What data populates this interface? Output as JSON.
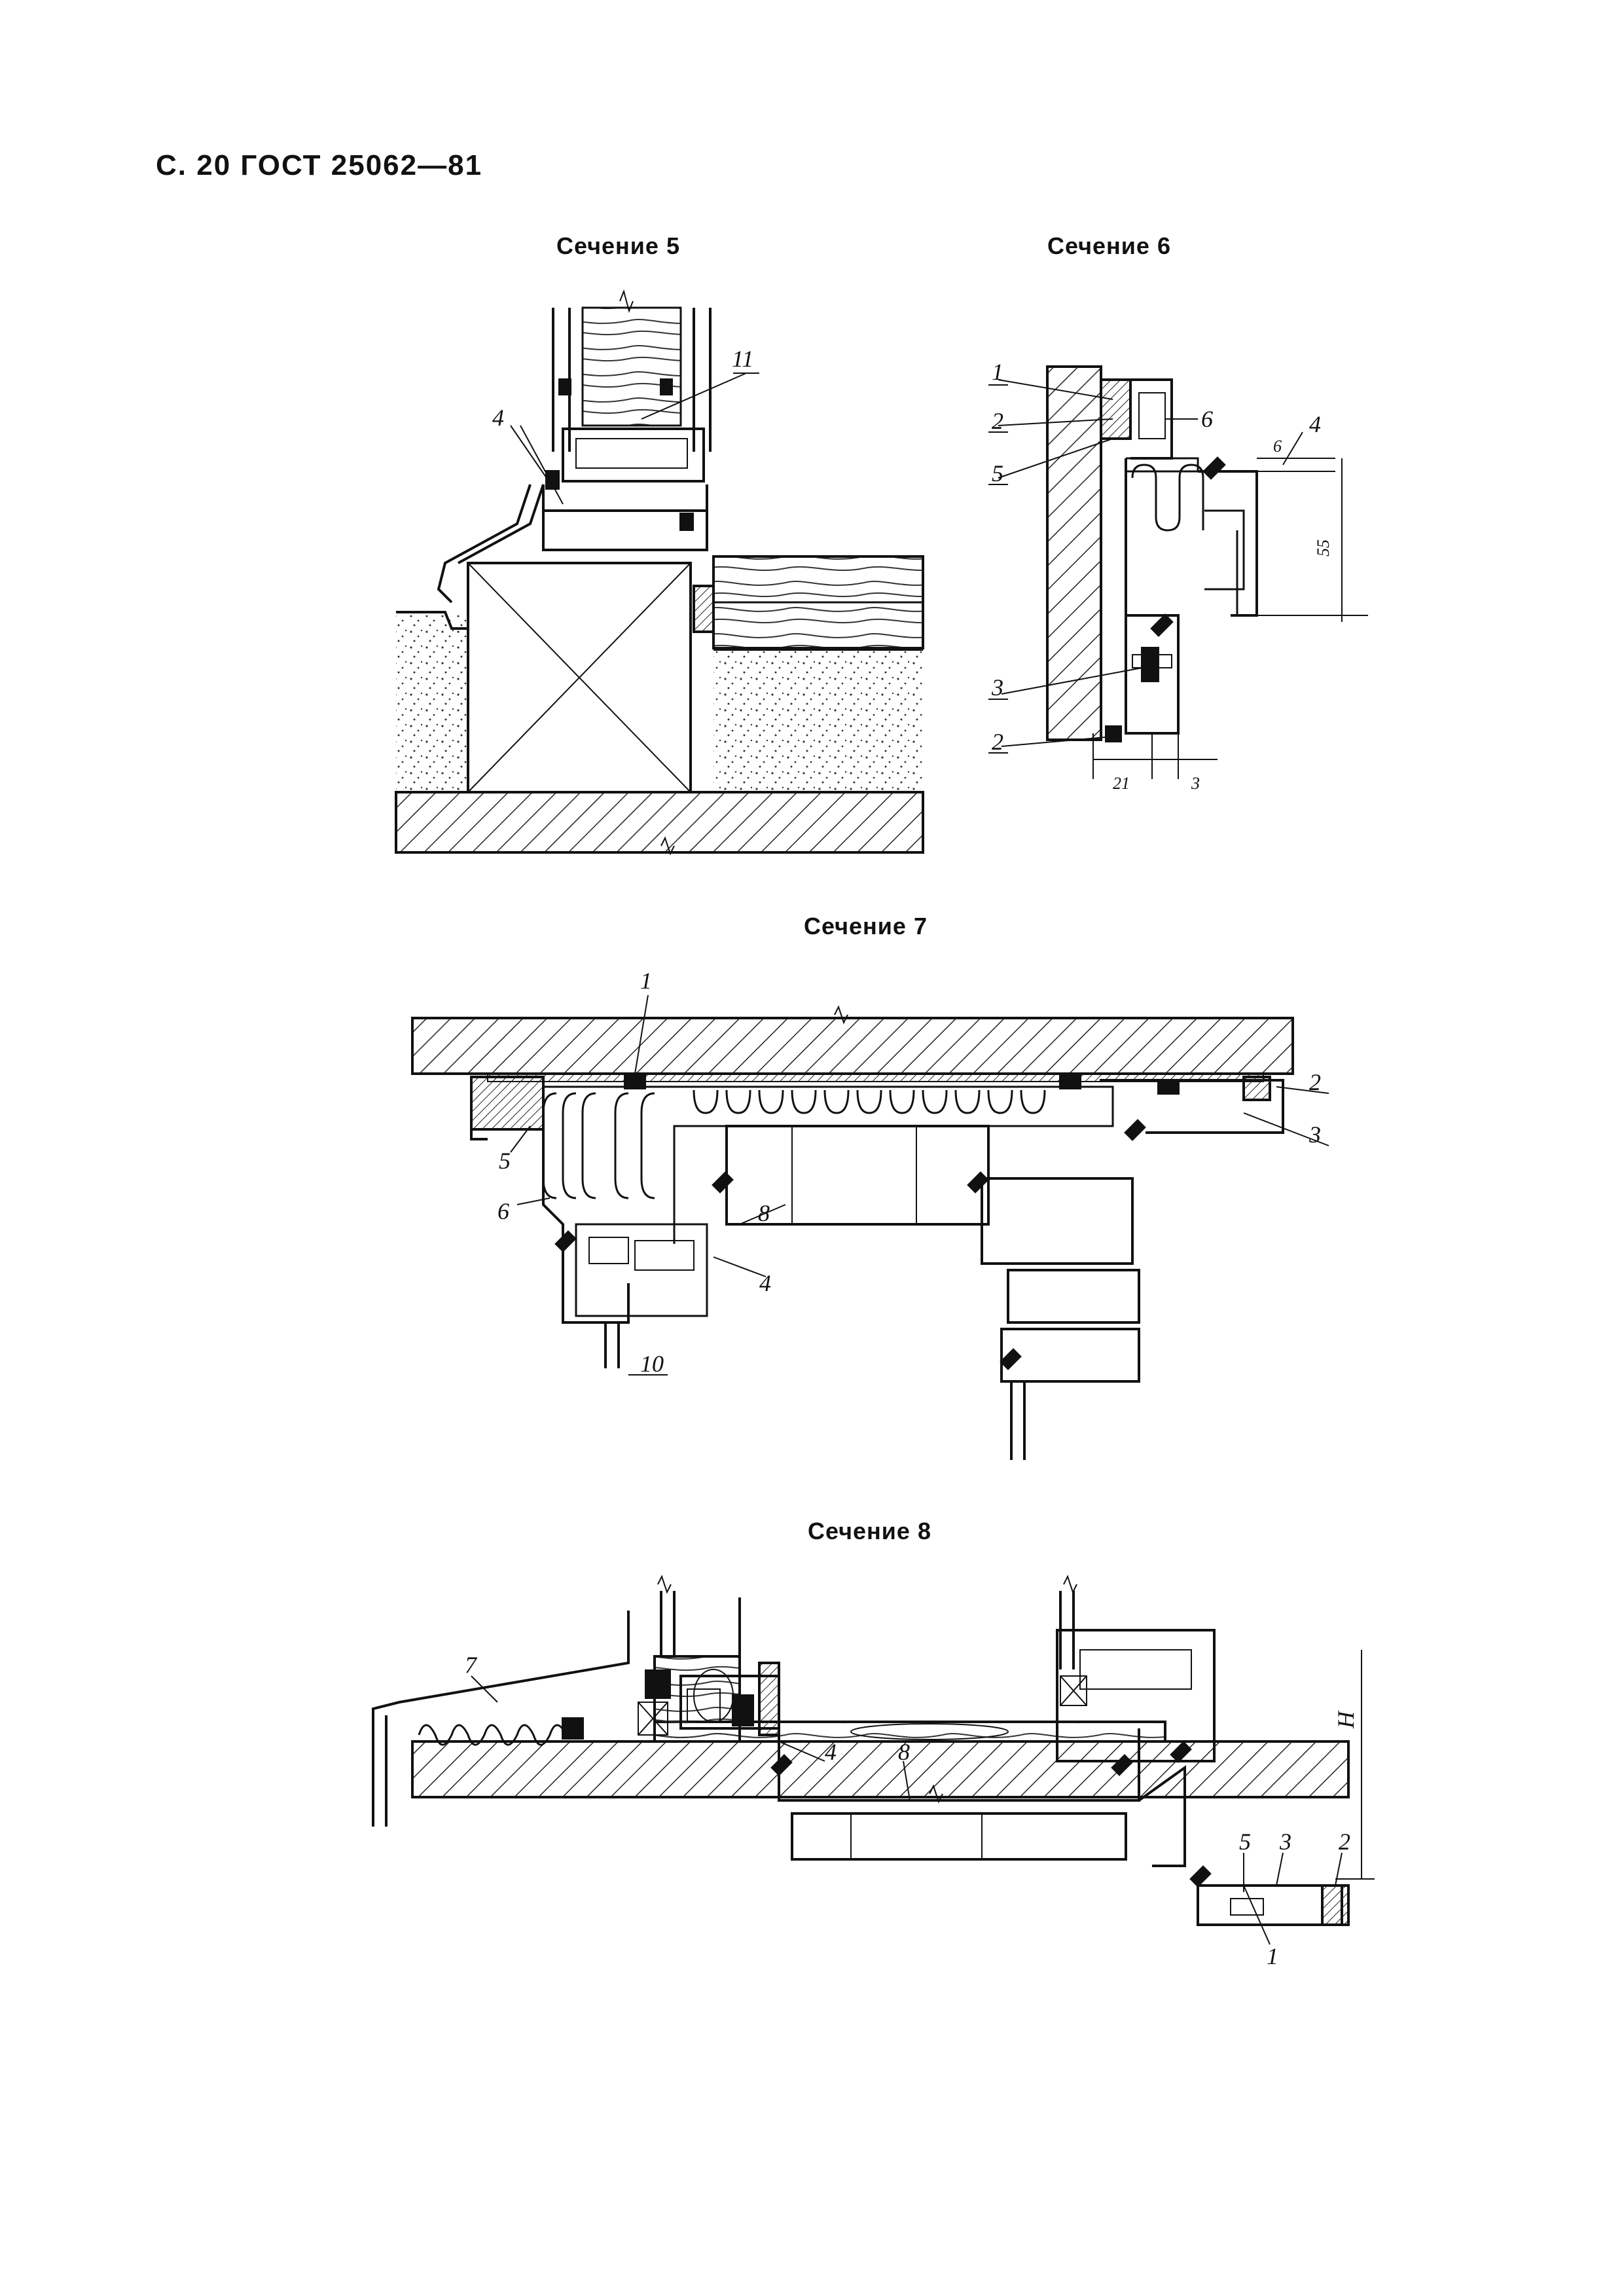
{
  "header": "С. 20 ГОСТ 25062—81",
  "titles": {
    "s5": "Сечение 5",
    "s6": "Сечение 6",
    "s7": "Сечение 7",
    "s8": "Сечение 8"
  },
  "labels": {
    "s5": [
      "4",
      "11"
    ],
    "s6": [
      "1",
      "2",
      "5",
      "6",
      "4",
      "3",
      "2"
    ],
    "s6_dims": [
      "6",
      "55",
      "21",
      "3"
    ],
    "s7": [
      "1",
      "2",
      "3",
      "5",
      "6",
      "8",
      "4",
      "10"
    ],
    "s8": [
      "7",
      "4",
      "8",
      "5",
      "3",
      "2",
      "1",
      "H"
    ]
  }
}
